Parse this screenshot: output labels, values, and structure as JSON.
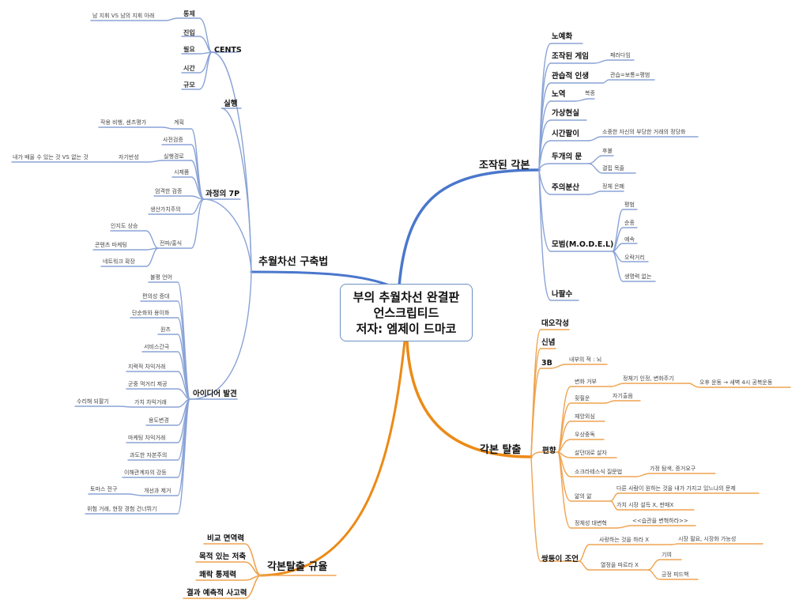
{
  "center": {
    "lines": [
      "부의 추월차선 완결판",
      "언스크립티드",
      "저자: 엠제이 드마코"
    ]
  },
  "colors": {
    "blue": "#4a77cc",
    "orange": "#ec8a16",
    "branch_blue": "#8aa3d6",
    "branch_orange": "#efa350"
  },
  "left": {
    "chasing": {
      "label": "추월차선 구축법",
      "cents": {
        "label": "CENTS",
        "items": [
          "통제",
          "진입",
          "필요",
          "시간",
          "규모"
        ],
        "control_note": "남 지휘 VS 남의 지휘 아래"
      },
      "action": "실행",
      "p7": {
        "label": "과정의 7P",
        "plan": "계획",
        "plan_note": "작용 비행, 센츠평가",
        "precheck": "사전검증",
        "path": "실행경로",
        "self": "자기반성",
        "self_note": "내가 배울 수 있는 것 VS 없는 것",
        "release": "시제품",
        "verify": "엄격한 검증",
        "productivity": "생산가치주의",
        "spread": "전파/홍식",
        "spread_items": [
          "인지도 상승",
          "콘텐츠 마케팅",
          "네트워크 확장"
        ]
      },
      "idea": {
        "label": "아이디어 발견",
        "items": [
          "불평 언어",
          "편의성 증대",
          "단순화와 용이화",
          "원츠",
          "서비스간극",
          "지력적 차익거래",
          "군중 먹거리 제공",
          "가치 차익거래",
          "용도변경",
          "마케팅 차익거래",
          "과도한 자본주의",
          "이해관계자의 강등",
          "개선과 제거",
          "위험 거래, 현장 경험 건너뛰기"
        ],
        "value_note": "수리해 되팔기",
        "improve_note": "토마스 전구"
      }
    },
    "escape": {
      "label": "각본탈출 규율",
      "items": [
        "비교 면역력",
        "목적 있는 저축",
        "쾌락 통제력",
        "결과 예측적 사고력"
      ]
    }
  },
  "right": {
    "scripted": {
      "label": "조작된 각본",
      "slavery": "노예화",
      "game": "조작된 게임",
      "game_note": "패러다임",
      "life": "관습적 인생",
      "life_note": "관습=보통=평범",
      "labor": "노역",
      "labor_note": "복종",
      "virtual": "가상현실",
      "time": "시간팔이",
      "time_note": "소중한 자신의 부당한 거래의 정당화",
      "doors": "두개의 문",
      "doors_items": [
        "후불",
        "결핍 목줄"
      ],
      "distract": "주의분산",
      "distract_note": "정체 은폐",
      "model": "모범(M.O.D.E.L)",
      "model_items": [
        "평범",
        "순종",
        "예속",
        "오락거리",
        "생명력 없는"
      ],
      "nothing": "나팔수"
    },
    "escape_script": {
      "label": "각본 탈출",
      "awake": "대오각성",
      "belief": "신념",
      "b3": "3B",
      "b3_note": "내부의 적 : 뇌",
      "bias": {
        "label": "편향",
        "change": "변화 거부",
        "change_a": "정체기 인정, 변화주기",
        "change_b": "오후 운동 → 새벽 4시 공복운동",
        "luck": "횟필운",
        "luck_note": "자기출음",
        "shortterm": "재앙외심",
        "superior": "우상중독",
        "onlyway": "살던대로 살자",
        "socratic": "소크라테스식 질문법",
        "socratic_note": "가정 탐색, 증거요구",
        "knowledge": "앎의 앎",
        "knowledge_a": "다른 사람이 원하는 것을 내가 가지고 있느냐의 문제",
        "knowledge_b": "가치 시장 설득 X, 판매X",
        "identity": "정체성 대변혁",
        "identity_note": "<<습관을 변혁하라>>"
      },
      "advice": {
        "label": "쌍둥이 조언",
        "love": "사랑하는 것을 하라 X",
        "love_note": "시장 필요, 시장화 가능성",
        "passion": "열정을 따르라 X",
        "passion_items": [
          "기여",
          "긍정 피드백"
        ]
      }
    }
  }
}
